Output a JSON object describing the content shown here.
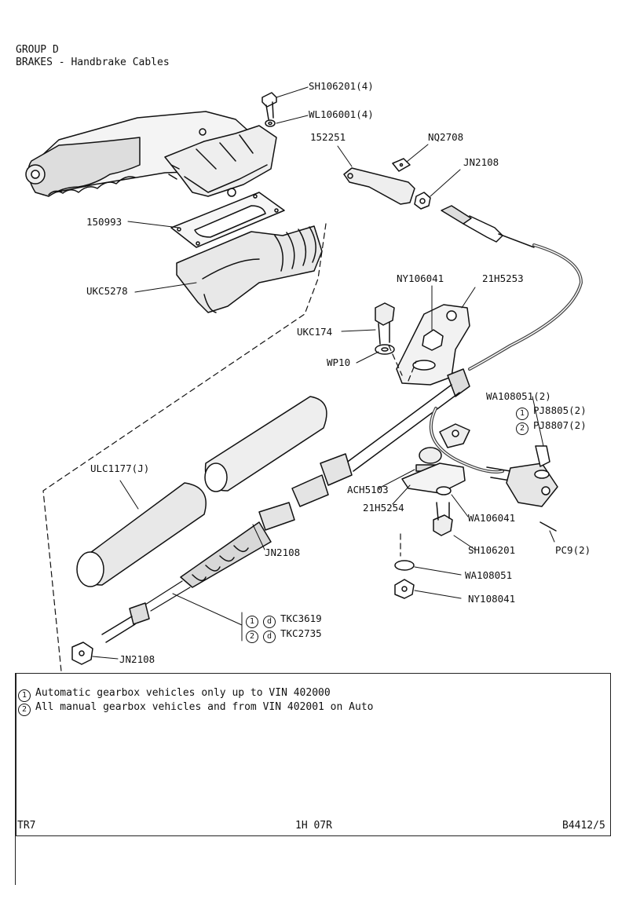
{
  "header": {
    "line1": "GROUP D",
    "line2": "BRAKES - Handbrake Cables"
  },
  "labels": {
    "sh106201_4": "SH106201(4)",
    "wl106001_4": "WL106001(4)",
    "p152251": "152251",
    "nq2708": "NQ2708",
    "jn2108_top": "JN2108",
    "p150993": "150993",
    "ukc5278": "UKC5278",
    "ny106041": "NY106041",
    "p21h5253": "21H5253",
    "ukc174": "UKC174",
    "wp10": "WP10",
    "wa108051_2": "WA108051(2)",
    "pj8805_2": "PJ8805(2)",
    "pj8807_2": "PJ8807(2)",
    "ulc1177_j": "ULC1177(J)",
    "ach5103": "ACH5103",
    "p21h5254": "21H5254",
    "wa106041": "WA106041",
    "jn2108_mid": "JN2108",
    "sh106201": "SH106201",
    "pc9_2": "PC9(2)",
    "wa108051": "WA108051",
    "ny108041": "NY108041",
    "tkc3619": "TKC3619",
    "tkc2735": "TKC2735",
    "jn2108_bottom": "JN2108"
  },
  "markers": {
    "one": "1",
    "two": "2",
    "d": "d"
  },
  "notes": {
    "note1": "Automatic gearbox vehicles only up to VIN 402000",
    "note2": "All manual gearbox vehicles and from VIN 402001 on Auto"
  },
  "footer": {
    "left": "TR7",
    "center": "1H 07R",
    "right": "B4412/5"
  }
}
